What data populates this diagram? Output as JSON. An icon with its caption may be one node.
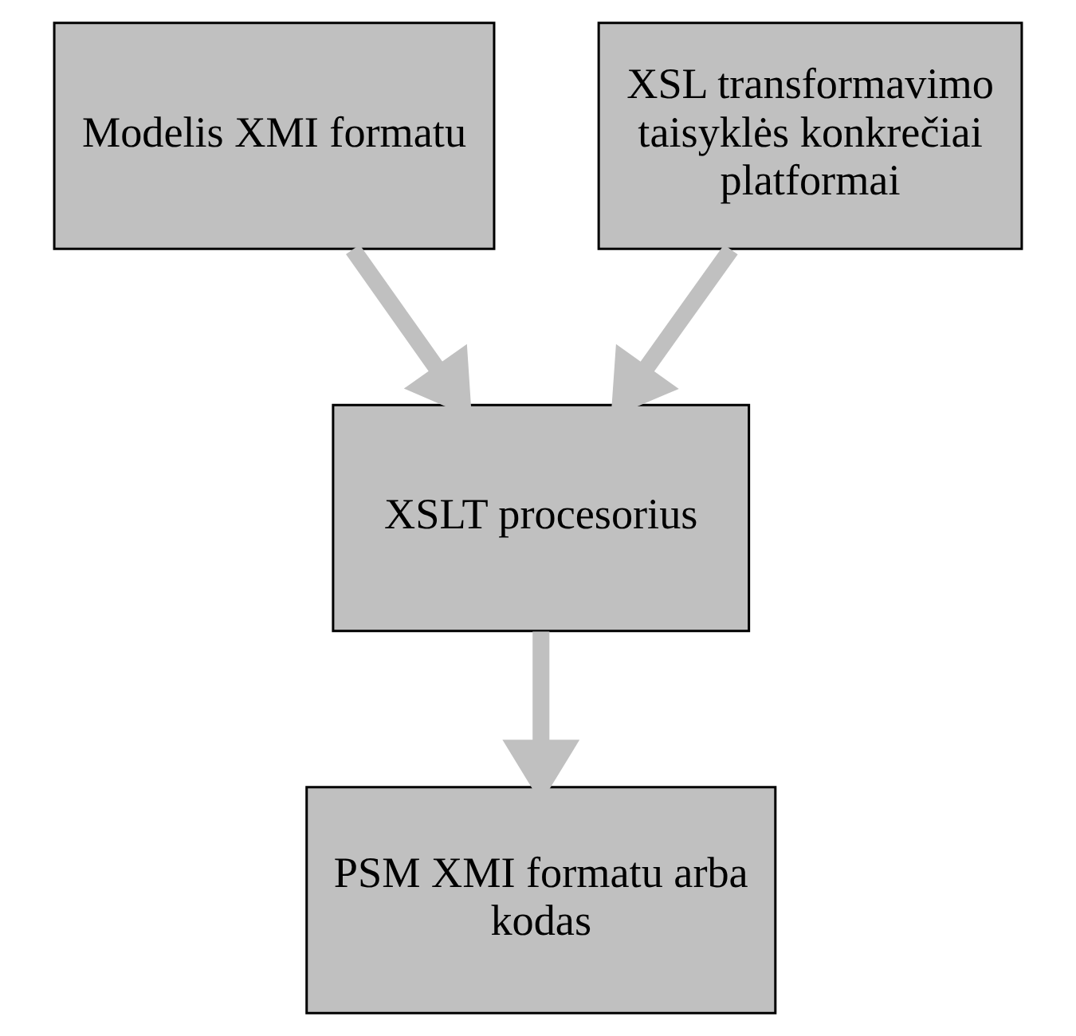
{
  "diagram": {
    "nodes": [
      {
        "text": [
          "Modelis XMI formatu"
        ]
      },
      {
        "text": [
          "XSL transformavimo taisyklės konkrečiai platformai"
        ]
      },
      {
        "text": [
          "XSLT procesorius"
        ]
      },
      {
        "text": [
          "PSM XMI formatu arba kodas"
        ]
      }
    ],
    "edges": [
      {
        "from": 0,
        "to": 2,
        "arrow": "to"
      },
      {
        "from": 1,
        "to": 2,
        "arrow": "to"
      },
      {
        "from": 2,
        "to": 3,
        "arrow": "to"
      }
    ]
  }
}
